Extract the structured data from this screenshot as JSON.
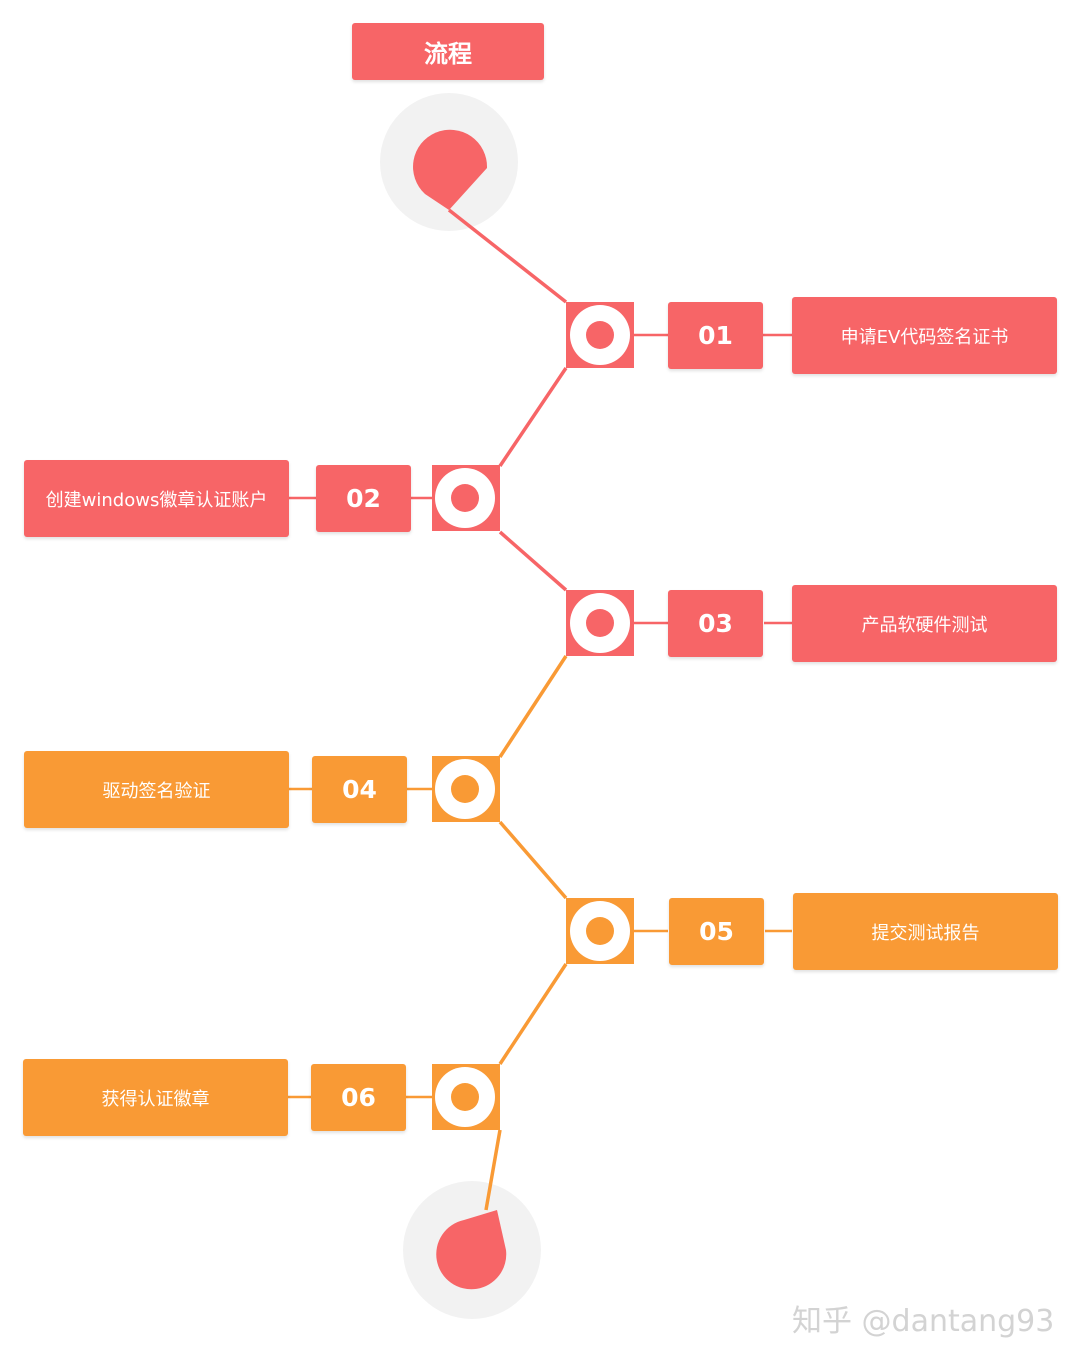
{
  "title": "流程",
  "colors": {
    "red": "#f76567",
    "orange": "#f99a35",
    "halo": "#f2f2f2"
  },
  "steps": [
    {
      "num": "01",
      "label": "申请EV代码签名证书",
      "color": "red"
    },
    {
      "num": "02",
      "label": "创建windows徽章认证账户",
      "color": "red"
    },
    {
      "num": "03",
      "label": "产品软硬件测试",
      "color": "red"
    },
    {
      "num": "04",
      "label": "驱动签名验证",
      "color": "orange"
    },
    {
      "num": "05",
      "label": "提交测试报告",
      "color": "orange"
    },
    {
      "num": "06",
      "label": "获得认证徽章",
      "color": "orange"
    }
  ],
  "watermark": "知乎 @dantang93"
}
